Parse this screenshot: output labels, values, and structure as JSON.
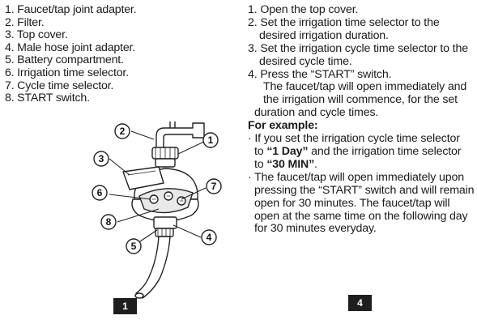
{
  "left_page": {
    "parts": [
      "1. Faucet/tap joint adapter.",
      "2. Filter.",
      "3. Top cover.",
      "4. Male hose joint adapter.",
      "5. Battery compartment.",
      "6. Irrigation time selector.",
      "7. Cycle time selector.",
      "8. START switch."
    ],
    "callouts": [
      "1",
      "2",
      "3",
      "4",
      "5",
      "6",
      "7",
      "8"
    ],
    "page_number": "1"
  },
  "right_page": {
    "step1": "1. Open the top cover.",
    "step2a": "2.  Set the irrigation time selector to the",
    "step2b": "desired irrigation duration.",
    "step3a": "3. Set the irrigation cycle time selector to the",
    "step3b": "desired cycle time.",
    "step4": "4. Press the “START” switch.",
    "step4_l1": "The faucet/tap will open immediately and",
    "step4_l2": "the irrigation will commence, for the set",
    "step4_l3": "duration and cycle times.",
    "example_heading": "For example:",
    "ex1_a": "· If you set the irrigation cycle time selector",
    "ex1_b1": "to ",
    "ex1_b_bold": "“1 Day”",
    "ex1_b2": " and the irrigation time selector",
    "ex1_c1": "to ",
    "ex1_c_bold": "“30 MIN”",
    "ex1_c2": ".",
    "ex2_a": "· The faucet/tap will open immediately upon",
    "ex2_b": "pressing the “START” switch and will remain",
    "ex2_c": "open for 30 minutes. The faucet/tap will",
    "ex2_d": "open at the same time on the following day",
    "ex2_e": "for 30 minutes everyday.",
    "page_number": "4"
  }
}
